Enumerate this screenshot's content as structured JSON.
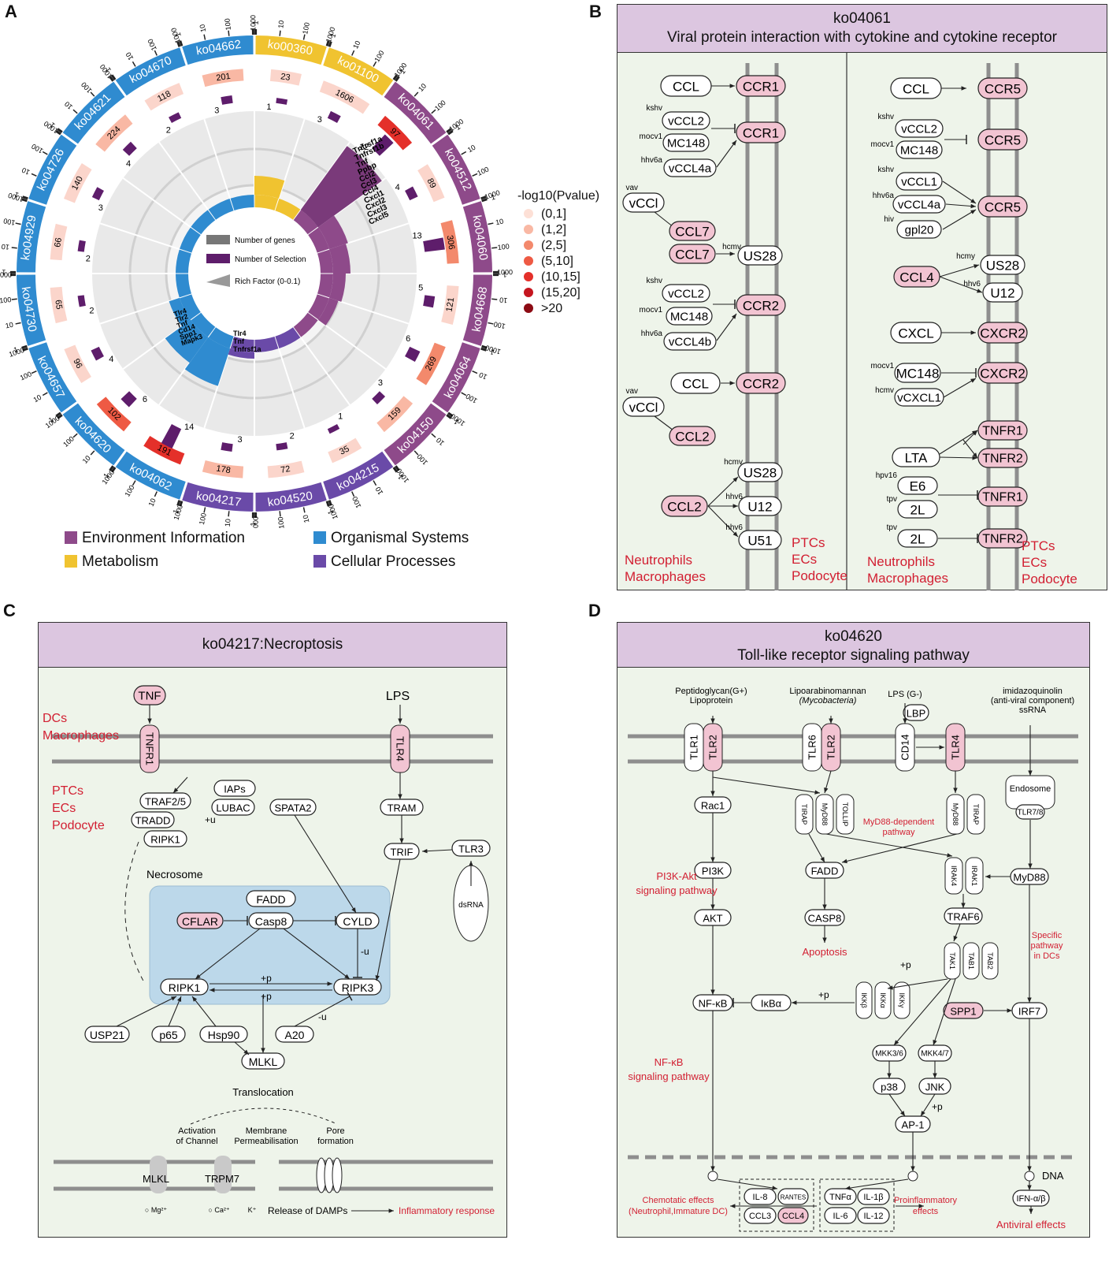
{
  "panels": {
    "A": "A",
    "B": "B",
    "C": "C",
    "D": "D"
  },
  "circos": {
    "pathways": [
      {
        "id": "ko00360",
        "cat": "metabolism",
        "n": 23,
        "sel": 1
      },
      {
        "id": "ko01100",
        "cat": "metabolism",
        "n": 1606,
        "sel": 3
      },
      {
        "id": "ko04061",
        "cat": "env",
        "n": 97,
        "sel": 12
      },
      {
        "id": "ko04512",
        "cat": "env",
        "n": 89,
        "sel": 4
      },
      {
        "id": "ko04060",
        "cat": "env",
        "n": 306,
        "sel": 13
      },
      {
        "id": "ko04668",
        "cat": "env",
        "n": 121,
        "sel": 5
      },
      {
        "id": "ko04064",
        "cat": "env",
        "n": 269,
        "sel": 6
      },
      {
        "id": "ko04150",
        "cat": "env",
        "n": 159,
        "sel": 3
      },
      {
        "id": "ko04215",
        "cat": "cell",
        "n": 35,
        "sel": 1
      },
      {
        "id": "ko04520",
        "cat": "cell",
        "n": 72,
        "sel": 2
      },
      {
        "id": "ko04217",
        "cat": "cell",
        "n": 178,
        "sel": 3
      },
      {
        "id": "ko04062",
        "cat": "org",
        "n": 191,
        "sel": 14
      },
      {
        "id": "ko04620",
        "cat": "org",
        "n": 102,
        "sel": 6
      },
      {
        "id": "ko04657",
        "cat": "org",
        "n": 96,
        "sel": 4
      },
      {
        "id": "ko04730",
        "cat": "org",
        "n": 65,
        "sel": 2
      },
      {
        "id": "ko04929",
        "cat": "org",
        "n": 66,
        "sel": 2
      },
      {
        "id": "ko04726",
        "cat": "org",
        "n": 140,
        "sel": 3
      },
      {
        "id": "ko04621",
        "cat": "org",
        "n": 224,
        "sel": 4
      },
      {
        "id": "ko04670",
        "cat": "org",
        "n": 118,
        "sel": 2
      },
      {
        "id": "ko04662",
        "cat": "org",
        "n": 201,
        "sel": 3
      }
    ],
    "scale_ticks": [
      "1",
      "10",
      "100",
      "1000"
    ],
    "inner_legend": [
      "Number of genes",
      "Number of Selection",
      "Rich Factor (0-0.1)"
    ],
    "gene_labels_env": [
      "Tnfrsf1a",
      "Tnfrsf1b",
      "Tnf",
      "Ppbp",
      "Ccl2",
      "Ccl3",
      "Ccl4",
      "Cxcl1",
      "Cxcl2",
      "Cxcl3",
      "Cxcl5"
    ],
    "gene_labels_org": [
      "Tlr4",
      "Tlr2",
      "Tnf",
      "Cd14",
      "Spp1",
      "Mapk3"
    ],
    "gene_labels_cell": [
      "Tlr4",
      "Tnf",
      "Tnfrsf1a"
    ],
    "pvalue_legend": {
      "title": "-log10(Pvalue)",
      "items": [
        {
          "label": "(0,1]",
          "color": "#fde0d6"
        },
        {
          "label": "(1,2]",
          "color": "#f9b8a4"
        },
        {
          "label": "(2,5]",
          "color": "#f3896c"
        },
        {
          "label": "(5,10]",
          "color": "#ee5a44"
        },
        {
          "label": "(10,15]",
          "color": "#e4302a"
        },
        {
          "label": "(15,20]",
          "color": "#c5161f"
        },
        {
          "label": ">20",
          "color": "#8c0b14"
        }
      ]
    },
    "category_legend": [
      {
        "label": "Environment Information",
        "color": "#8e4a8a"
      },
      {
        "label": "Metabolism",
        "color": "#f0c330"
      },
      {
        "label": "Organismal Systems",
        "color": "#2f8bd0"
      },
      {
        "label": "Cellular Processes",
        "color": "#6a4aa8"
      }
    ],
    "colors": {
      "env": "#8e4a8a",
      "metabolism": "#f0c330",
      "org": "#2f8bd0",
      "cell": "#6a4aa8",
      "selection": "#5e1d6b"
    }
  },
  "panel_b": {
    "title_line1": "ko04061",
    "title_line2": "Viral protein interaction with cytokine and cytokine receptor",
    "cell_text_left_red": [
      "Neutrophils",
      "Macrophages"
    ],
    "cell_text_right_red": [
      "PTCs",
      "ECs",
      "Podocyte"
    ]
  },
  "panel_c": {
    "title": "ko04217:Necroptosis",
    "red_top": [
      "DCs",
      "Macrophages"
    ],
    "red_mid": [
      "PTCs",
      "ECs",
      "Podocyte"
    ],
    "necrosome": "Necrosome",
    "translocation": "Translocation",
    "activation": [
      "Activation",
      "of Channel"
    ],
    "membrane": [
      "Membrane",
      "Permeabilisation"
    ],
    "pore": [
      "Pore",
      "formation"
    ],
    "release": "Release of DAMPs",
    "inflam": "Inflammatory response"
  },
  "panel_d": {
    "title_line1": "ko04620",
    "title_line2": "Toll-like receptor signaling pathway",
    "lig1": [
      "Peptidoglycan(G+)",
      "Lipoprotein"
    ],
    "lig2": [
      "Lipoarabinomannan",
      "(Mycobacteria)"
    ],
    "lig3": "LPS (G-)",
    "lig4": [
      "imidazoquinolin",
      "(anti-viral component)",
      "ssRNA"
    ],
    "red_labels": {
      "myd88": [
        "MyD88-dependent",
        "pathway"
      ],
      "pi3k": [
        "PI3K-Akt",
        "signaling pathway"
      ],
      "apop": "Apoptosis",
      "specific": [
        "Specific",
        "pathway",
        "in DCs"
      ],
      "nfkb": [
        "NF-κB",
        "signaling pathway"
      ],
      "chemo": [
        "Chemotatic effects",
        "(Neutrophil,Immature DC)"
      ],
      "proinf": [
        "Proinflammatory",
        "effects"
      ],
      "antiviral": "Antiviral effects"
    }
  }
}
